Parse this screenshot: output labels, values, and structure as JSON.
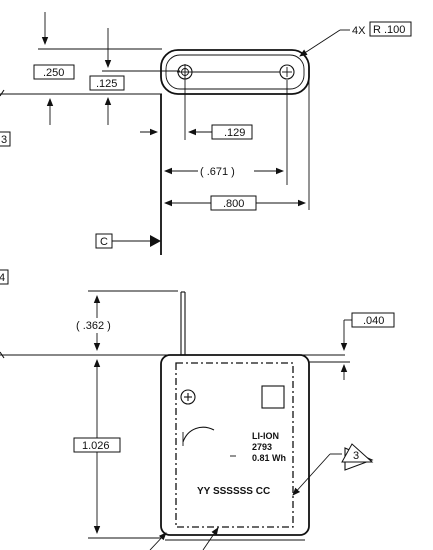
{
  "top_view": {
    "callout_prefix": "4X",
    "callout_radius": "R .100",
    "dim_250": ".250",
    "dim_125": ".125",
    "dim_129": ".129",
    "dim_671": "( .671 )",
    "dim_800": ".800",
    "datum_c": "C",
    "cut_label_left": "3"
  },
  "side_view": {
    "dim_362": "( .362 )",
    "dim_1026": "1.026",
    "dim_040": ".040",
    "label_line1": "LI-ION",
    "label_line2": "2793",
    "label_line3": "0.81 Wh",
    "label_code": "YY SSSSSS CC",
    "note_flag": "3",
    "cut_label_left": "4"
  }
}
